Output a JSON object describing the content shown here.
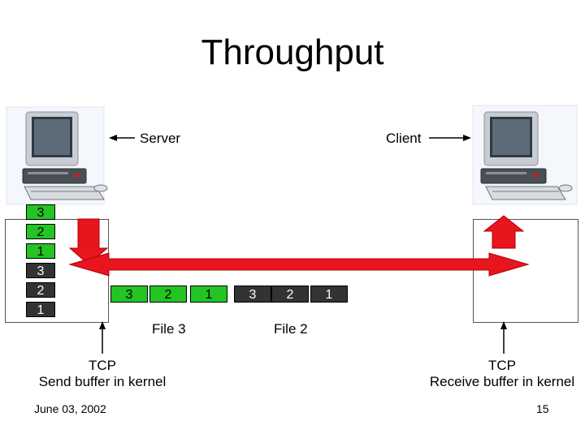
{
  "title": "Throughput",
  "labels": {
    "server": "Server",
    "client": "Client",
    "file3": "File 3",
    "file2": "File 2",
    "tcp_send_1": "TCP",
    "tcp_send_2": "Send buffer in kernel",
    "tcp_recv_1": "TCP",
    "tcp_recv_2": "Receive buffer in kernel"
  },
  "send_buffer": [
    "3",
    "2",
    "1",
    "3",
    "2",
    "1"
  ],
  "packets": [
    "3",
    "2",
    "1",
    "3",
    "2",
    "1"
  ],
  "footer": {
    "date": "June 03, 2002",
    "page": "15"
  },
  "colors": {
    "arrow": "#e8141e",
    "arrow_outline": "#b00000",
    "green": "#23c423",
    "dark": "#333333"
  }
}
